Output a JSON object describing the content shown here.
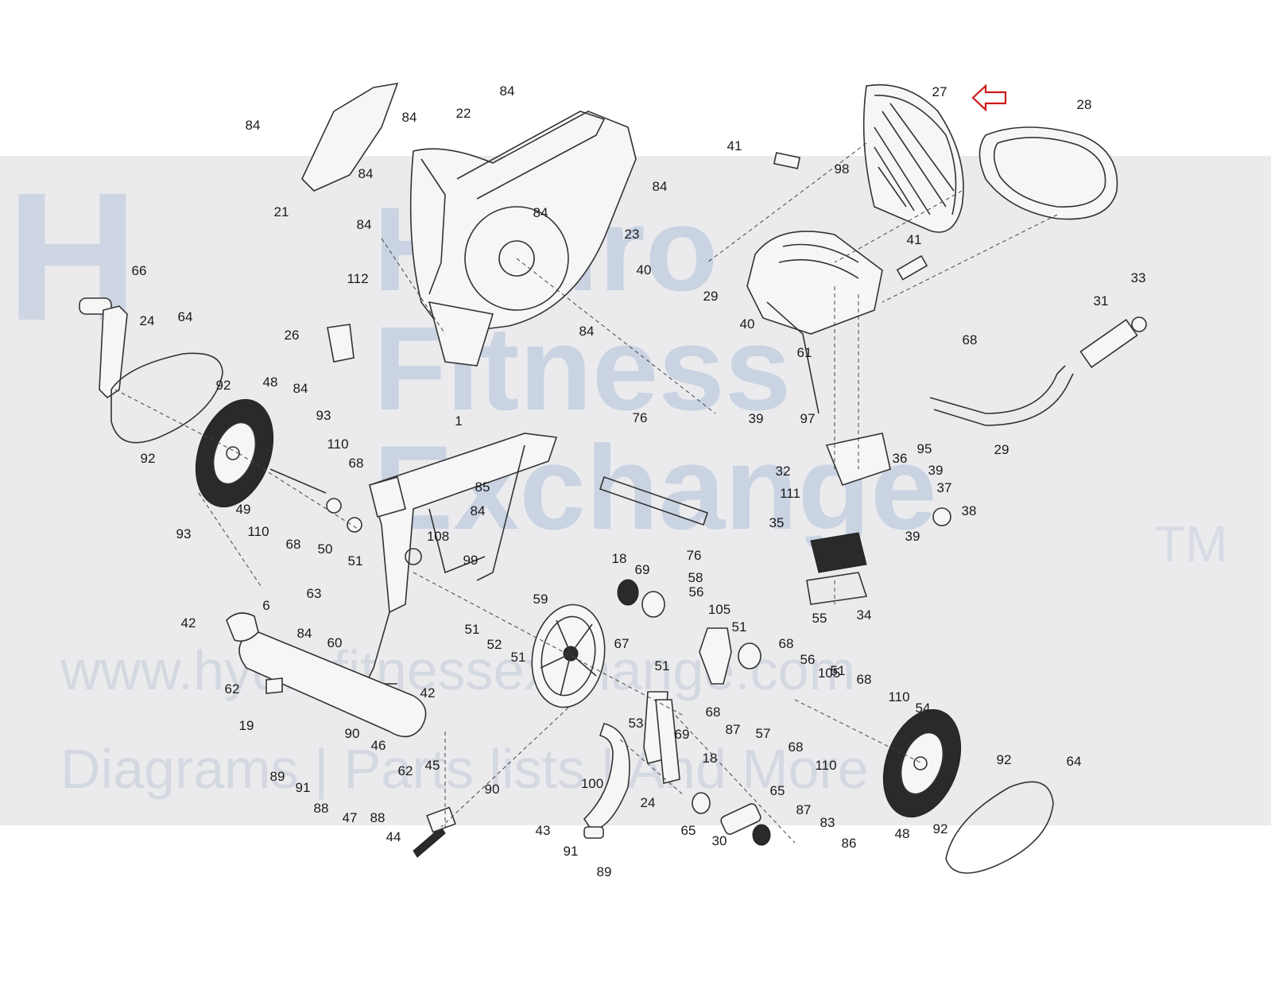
{
  "watermark": {
    "logo": "H",
    "line1": "Hydro",
    "line2": "Fitness",
    "line3": "Exchange",
    "tm": "TM",
    "url": "www.hydrofitnessexchange.com",
    "tagline": "Diagrams | Parts lists | And More"
  },
  "highlight_color": "#cc1a1a",
  "highlighted_part": "27",
  "callouts": [
    {
      "label": "84"
    },
    {
      "label": "84"
    },
    {
      "label": "22"
    },
    {
      "label": "84"
    },
    {
      "label": "84"
    },
    {
      "label": "84"
    },
    {
      "label": "84"
    },
    {
      "label": "21"
    },
    {
      "label": "84"
    },
    {
      "label": "23"
    },
    {
      "label": "112"
    },
    {
      "label": "26"
    },
    {
      "label": "84"
    },
    {
      "label": "84"
    },
    {
      "label": "27"
    },
    {
      "label": "28"
    },
    {
      "label": "41"
    },
    {
      "label": "98"
    },
    {
      "label": "40"
    },
    {
      "label": "41"
    },
    {
      "label": "29"
    },
    {
      "label": "33"
    },
    {
      "label": "40"
    },
    {
      "label": "61"
    },
    {
      "label": "31"
    },
    {
      "label": "68"
    },
    {
      "label": "66"
    },
    {
      "label": "24"
    },
    {
      "label": "64"
    },
    {
      "label": "48"
    },
    {
      "label": "92"
    },
    {
      "label": "93"
    },
    {
      "label": "110"
    },
    {
      "label": "68"
    },
    {
      "label": "92"
    },
    {
      "label": "49"
    },
    {
      "label": "110"
    },
    {
      "label": "68"
    },
    {
      "label": "50"
    },
    {
      "label": "51"
    },
    {
      "label": "93"
    },
    {
      "label": "1"
    },
    {
      "label": "85"
    },
    {
      "label": "84"
    },
    {
      "label": "108"
    },
    {
      "label": "99"
    },
    {
      "label": "76"
    },
    {
      "label": "76"
    },
    {
      "label": "97"
    },
    {
      "label": "39"
    },
    {
      "label": "32"
    },
    {
      "label": "111"
    },
    {
      "label": "36"
    },
    {
      "label": "39"
    },
    {
      "label": "95"
    },
    {
      "label": "29"
    },
    {
      "label": "37"
    },
    {
      "label": "38"
    },
    {
      "label": "35"
    },
    {
      "label": "39"
    },
    {
      "label": "34"
    },
    {
      "label": "18"
    },
    {
      "label": "69"
    },
    {
      "label": "58"
    },
    {
      "label": "56"
    },
    {
      "label": "105"
    },
    {
      "label": "51"
    },
    {
      "label": "55"
    },
    {
      "label": "63"
    },
    {
      "label": "84"
    },
    {
      "label": "60"
    },
    {
      "label": "42"
    },
    {
      "label": "6"
    },
    {
      "label": "62"
    },
    {
      "label": "19"
    },
    {
      "label": "51"
    },
    {
      "label": "52"
    },
    {
      "label": "51"
    },
    {
      "label": "59"
    },
    {
      "label": "67"
    },
    {
      "label": "51"
    },
    {
      "label": "68"
    },
    {
      "label": "87"
    },
    {
      "label": "57"
    },
    {
      "label": "68"
    },
    {
      "label": "56"
    },
    {
      "label": "105"
    },
    {
      "label": "51"
    },
    {
      "label": "68"
    },
    {
      "label": "110"
    },
    {
      "label": "54"
    },
    {
      "label": "68"
    },
    {
      "label": "110"
    },
    {
      "label": "53"
    },
    {
      "label": "69"
    },
    {
      "label": "18"
    },
    {
      "label": "42"
    },
    {
      "label": "62"
    },
    {
      "label": "90"
    },
    {
      "label": "46"
    },
    {
      "label": "45"
    },
    {
      "label": "89"
    },
    {
      "label": "91"
    },
    {
      "label": "88"
    },
    {
      "label": "47"
    },
    {
      "label": "88"
    },
    {
      "label": "90"
    },
    {
      "label": "44"
    },
    {
      "label": "100"
    },
    {
      "label": "24"
    },
    {
      "label": "43"
    },
    {
      "label": "91"
    },
    {
      "label": "89"
    },
    {
      "label": "65"
    },
    {
      "label": "65"
    },
    {
      "label": "30"
    },
    {
      "label": "87"
    },
    {
      "label": "83"
    },
    {
      "label": "86"
    },
    {
      "label": "92"
    },
    {
      "label": "64"
    },
    {
      "label": "48"
    },
    {
      "label": "92"
    }
  ]
}
